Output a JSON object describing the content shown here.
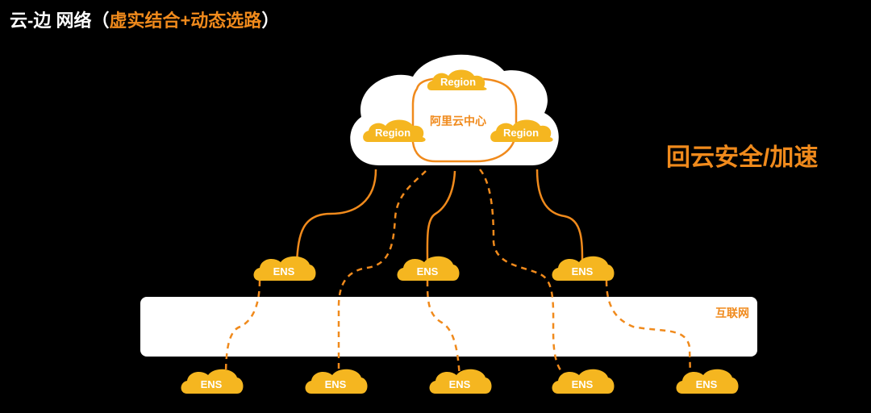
{
  "title": {
    "prefix": "云-边 网络（",
    "accent": "虚实结合+动态选路",
    "suffix": "）"
  },
  "side_label": "回云安全/加速",
  "center_cloud": {
    "label": "阿里云中心",
    "regions": [
      "Region",
      "Region",
      "Region"
    ]
  },
  "internet_label": "互联网",
  "ens_label": "ENS",
  "colors": {
    "accent": "#f08a1c",
    "ens_fill": "#f5b620",
    "background": "#000000",
    "white": "#ffffff"
  }
}
